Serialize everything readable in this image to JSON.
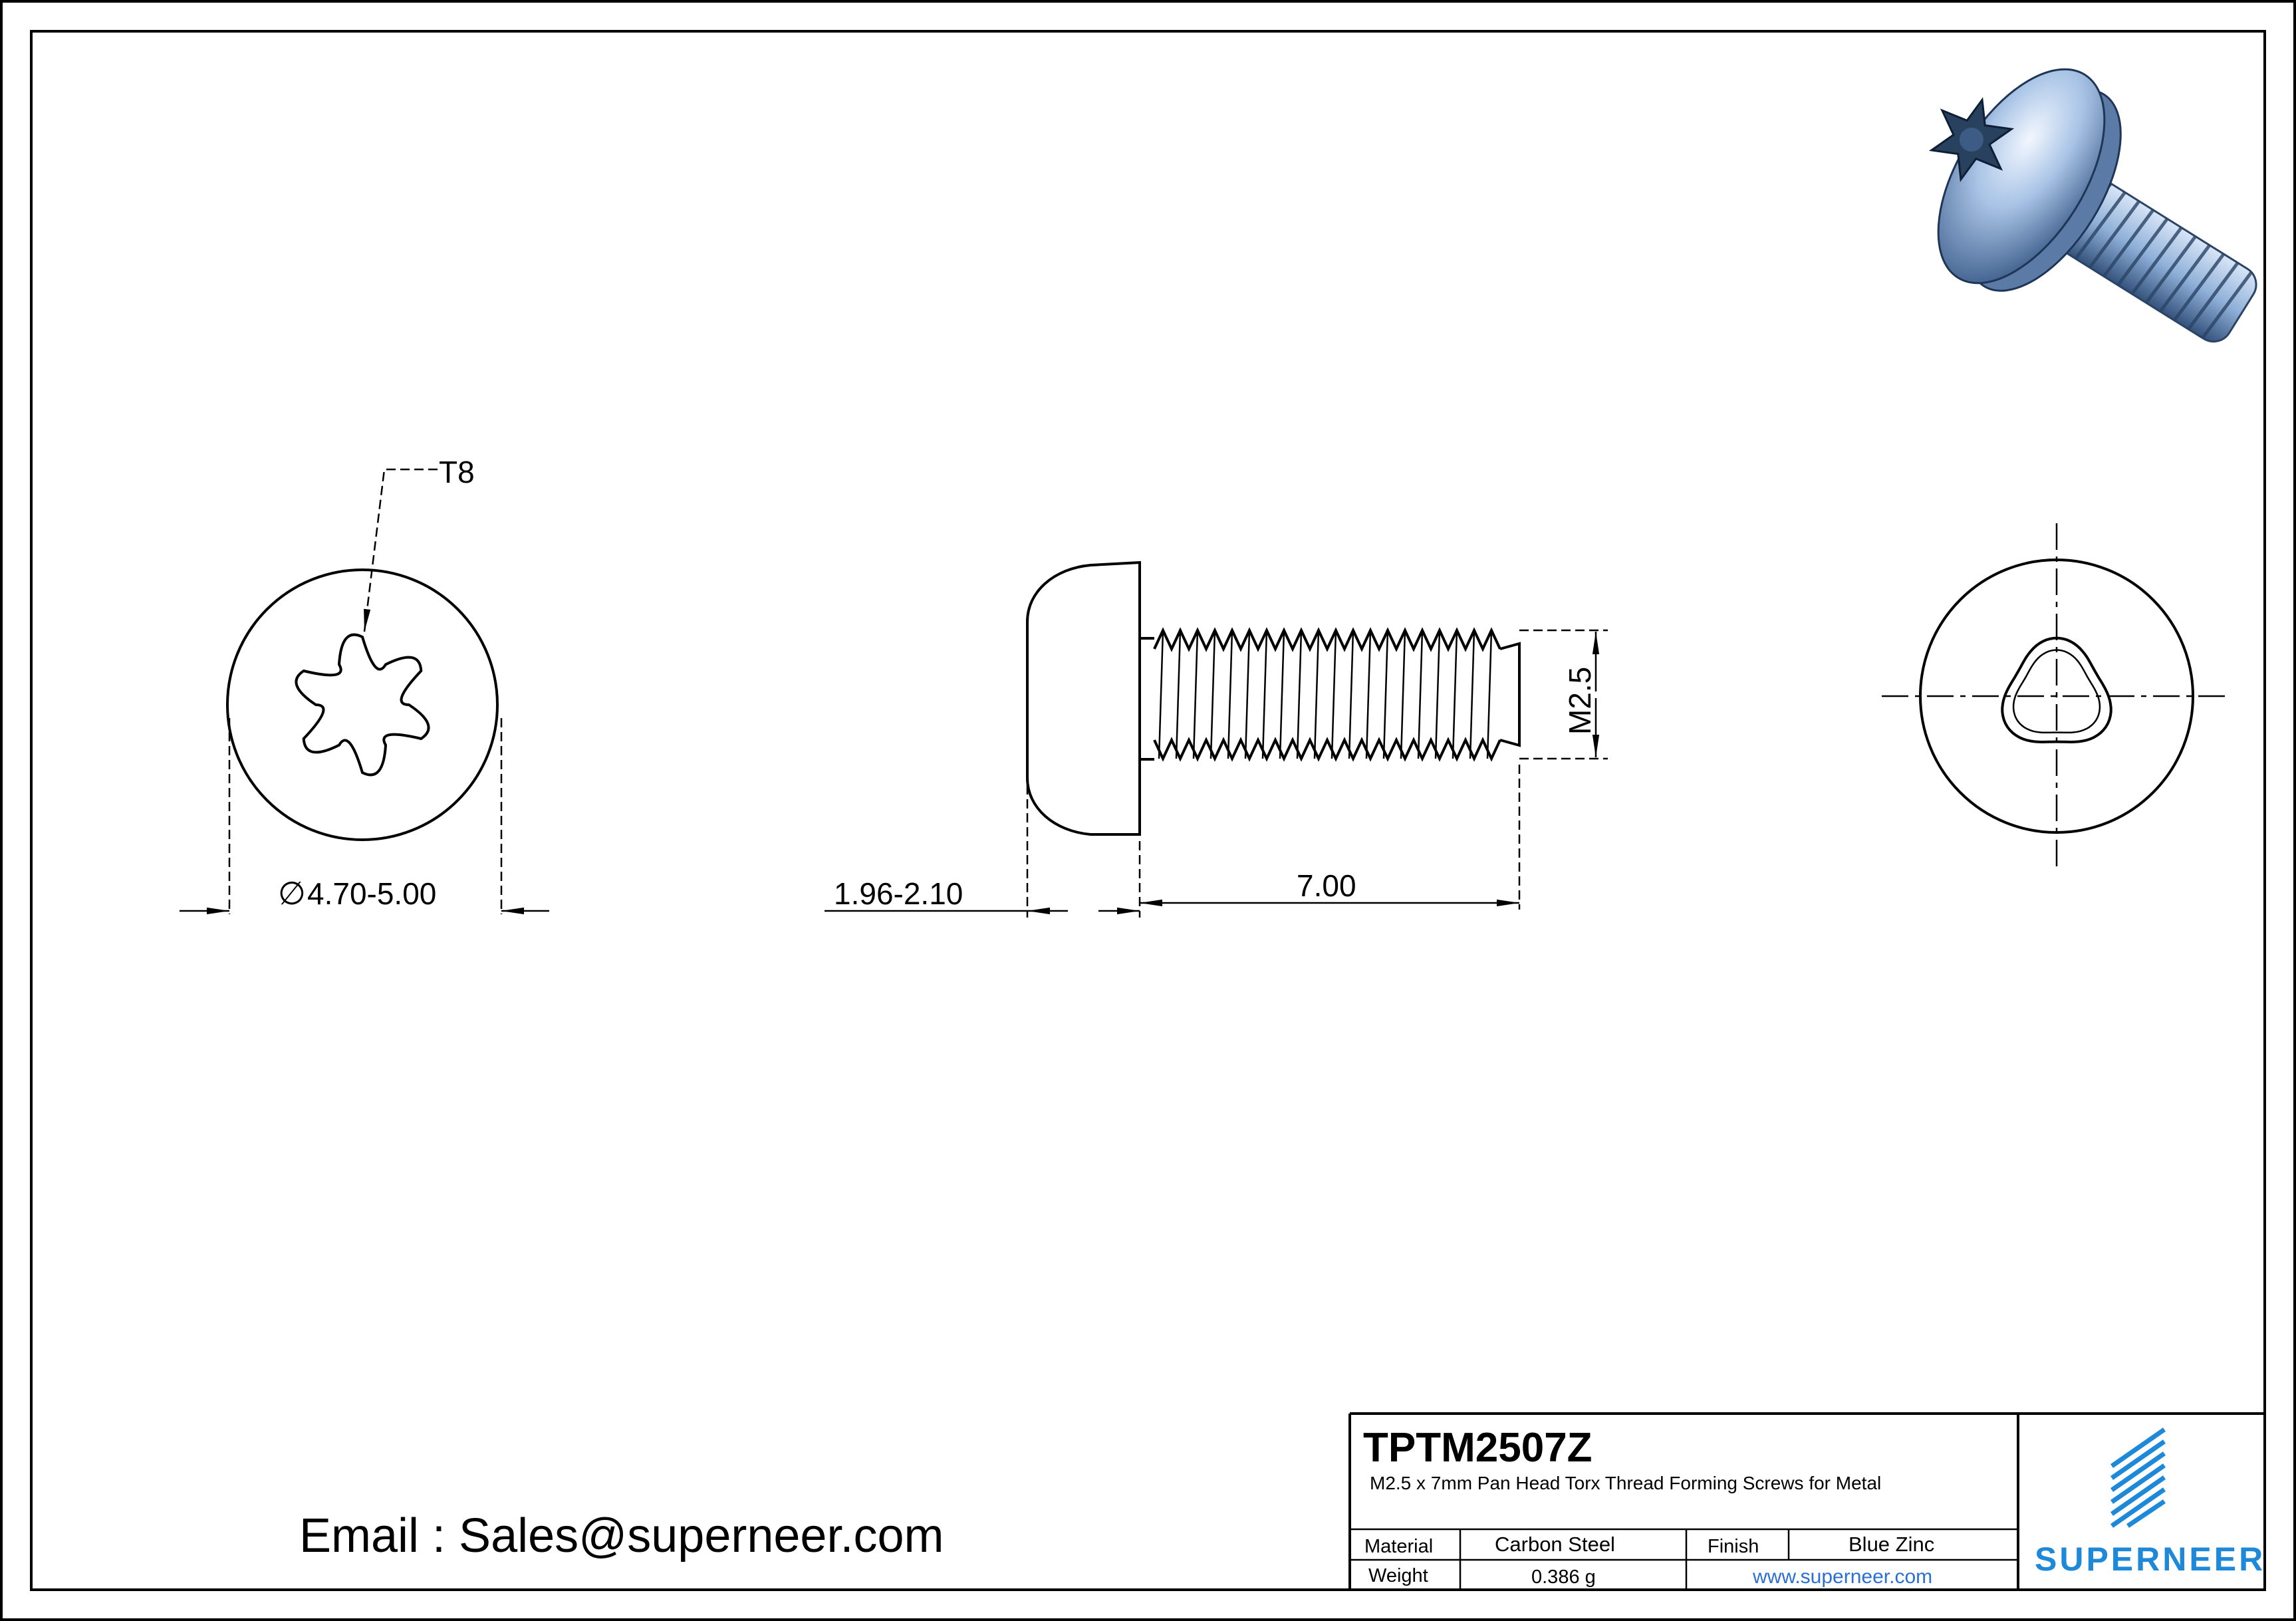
{
  "drawing": {
    "torx_label": "T8",
    "head_diameter": "4.70-5.00",
    "head_height": "1.96-2.10",
    "length": "7.00",
    "thread_size": "M2.5"
  },
  "contact": {
    "email_text": "Email : Sales@superneer.com"
  },
  "title_block": {
    "part_number": "TPTM2507Z",
    "description": "M2.5 x 7mm Pan Head Torx Thread Forming Screws for Metal",
    "material_label": "Material",
    "material_value": "Carbon Steel",
    "finish_label": "Finish",
    "finish_value": "Blue Zinc",
    "weight_label": "Weight",
    "weight_value": "0.386 g",
    "website": "www.superneer.com",
    "brand": "SUPERNEER",
    "brand_color": "#1e88d9",
    "link_color": "#2a6fd6"
  }
}
